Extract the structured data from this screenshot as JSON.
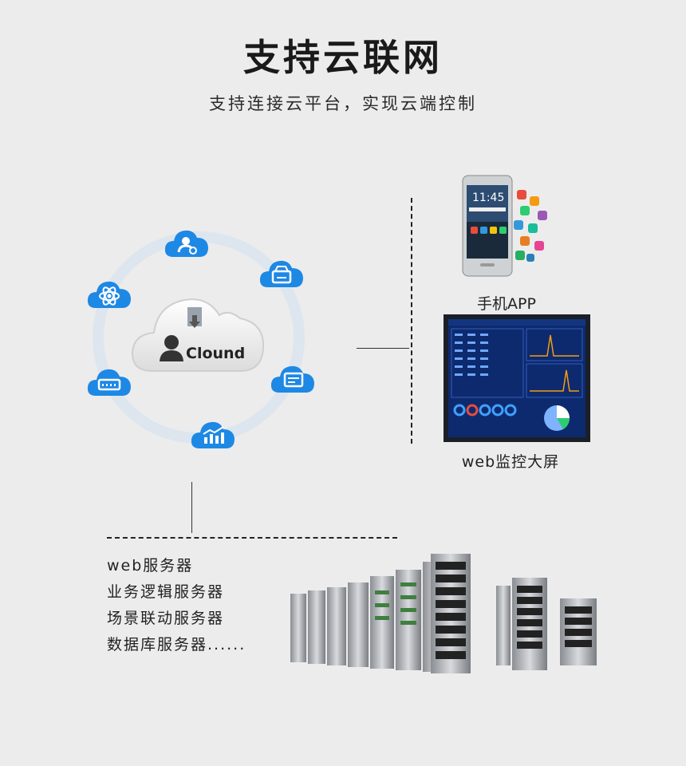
{
  "header": {
    "title": "支持云联网",
    "subtitle": "支持连接云平台，实现云端控制"
  },
  "cloud_hub": {
    "center_label": "Clound",
    "nodes": [
      "user-gear-icon",
      "router-icon",
      "monitor-icon",
      "chart-icon",
      "ethernet-port-icon",
      "atom-icon"
    ],
    "accent_color": "#1e88e5",
    "ring_color": "#dde6ee"
  },
  "clients": {
    "app_label": "手机APP",
    "phone_time": "11:45",
    "web_label": "web监控大屏"
  },
  "servers": {
    "items": [
      "web服务器",
      "业务逻辑服务器",
      "场景联动服务器",
      "数据库服务器......"
    ]
  }
}
